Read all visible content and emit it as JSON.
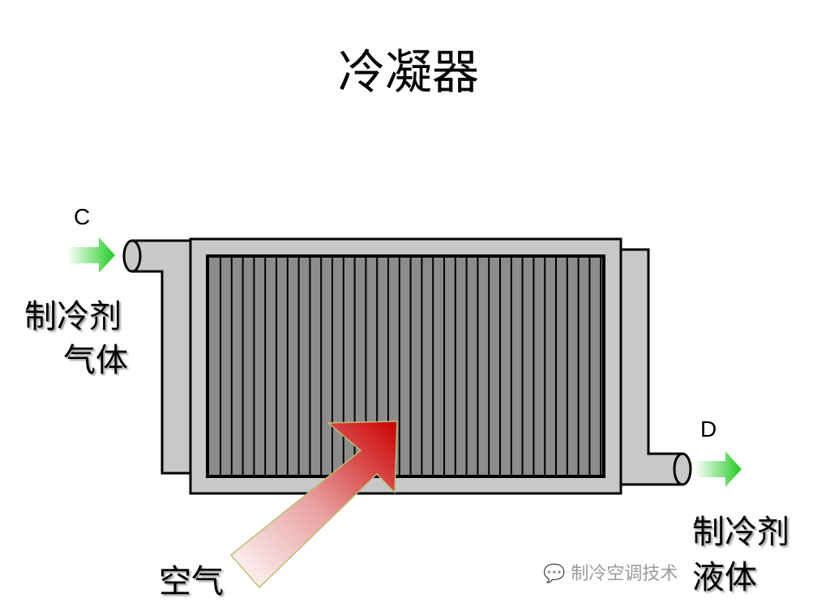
{
  "title": "冷凝器",
  "labels": {
    "inlet_point": "C",
    "outlet_point": "D",
    "inlet_line1": "制冷剂",
    "inlet_line2": "气体",
    "outlet_line1": "制冷剂",
    "outlet_line2": "液体",
    "air": "空气"
  },
  "watermark": "制冷空调技术",
  "colors": {
    "frame": "#c8c8c8",
    "fins": "#8c8c8c",
    "air_arrow": "#cc1111",
    "flow_arrow": "#33cc33"
  }
}
